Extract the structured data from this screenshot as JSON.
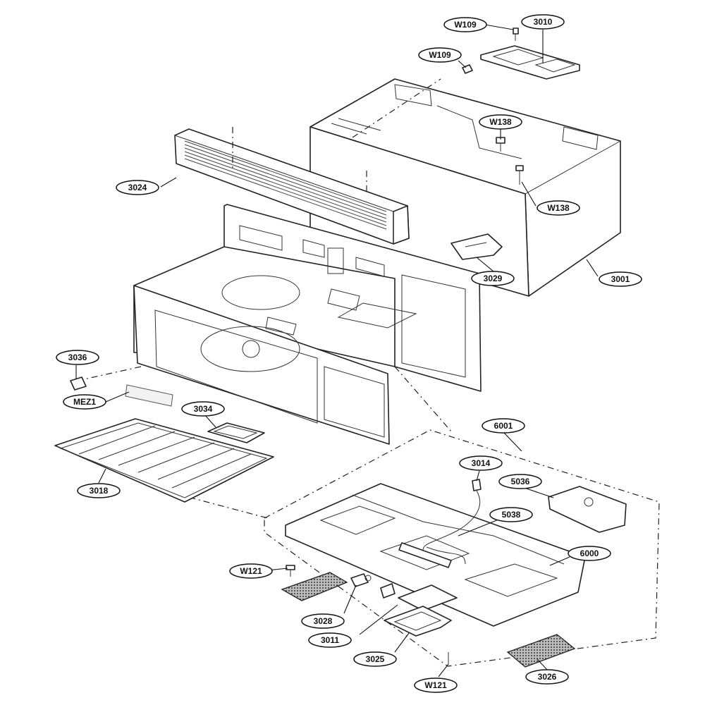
{
  "labels": {
    "w109_top": "W109",
    "p3010": "3010",
    "w109_left": "W109",
    "w138_top": "W138",
    "w138_right": "W138",
    "p3024": "3024",
    "p3029": "3029",
    "p3001": "3001",
    "p3036": "3036",
    "mez1": "MEZ1",
    "p3034": "3034",
    "p3018": "3018",
    "p6001": "6001",
    "p3014": "3014",
    "p5036": "5036",
    "p5038": "5038",
    "p6000": "6000",
    "w121_left": "W121",
    "p3028": "3028",
    "p3011": "3011",
    "p3025": "3025",
    "w121_bottom": "W121",
    "p3026": "3026"
  }
}
